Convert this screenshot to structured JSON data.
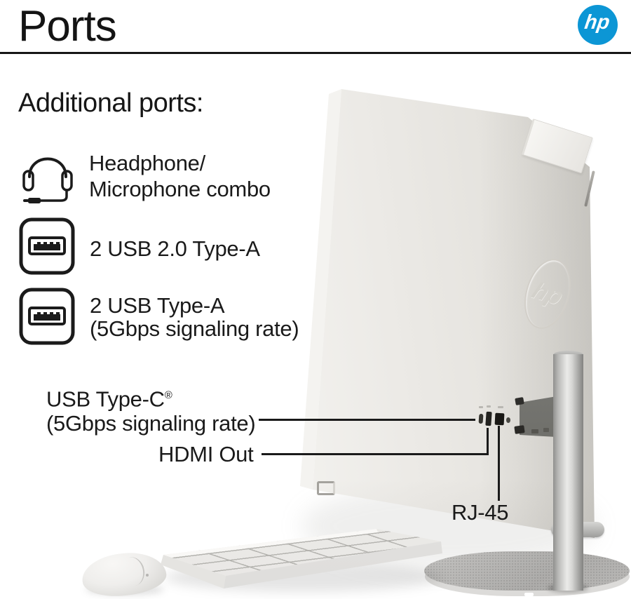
{
  "header": {
    "title": "Ports",
    "brand": "hp"
  },
  "intro": {
    "heading": "Additional ports:"
  },
  "ports": [
    {
      "line1": "Headphone/",
      "line2": "Microphone combo"
    },
    {
      "line1": "2 USB 2.0 Type-A"
    },
    {
      "line1": "2 USB Type-A",
      "line2": "(5Gbps signaling rate)"
    }
  ],
  "callouts": {
    "usb_c_line1": "USB Type-C",
    "usb_c_reg": "®",
    "usb_c_line2": "(5Gbps signaling rate)",
    "hdmi": "HDMI Out",
    "rj45": "RJ-45"
  },
  "device": {
    "emboss": "hp"
  },
  "colors": {
    "hp_blue": "#0c96d5",
    "text": "#1a1a1a",
    "panel": "#e9e7e3"
  }
}
